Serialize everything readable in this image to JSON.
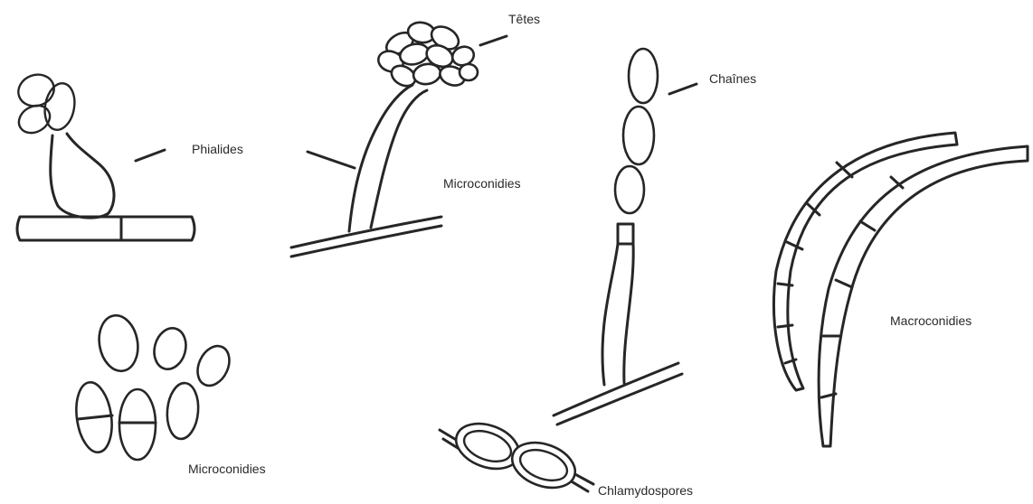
{
  "labels": {
    "tetes": "Têtes",
    "phialides": "Phialides",
    "microconidies_top": "Microconidies",
    "chaines": "Chaînes",
    "macroconidies": "Macroconidies",
    "microconidies_bottom": "Microconidies",
    "chlamydospores": "Chlamydospores"
  },
  "colors": {
    "ink": "#262626",
    "background": "#ffffff"
  }
}
